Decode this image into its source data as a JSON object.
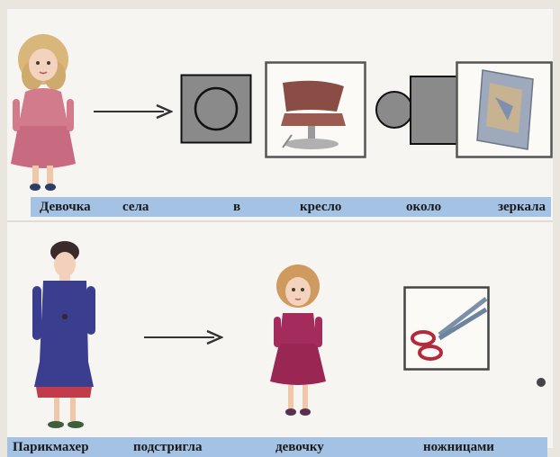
{
  "row1": {
    "words": [
      "Девочка",
      "села",
      "в",
      "кресло",
      "около",
      "зеркала"
    ]
  },
  "row2": {
    "words": [
      "Парикмахер",
      "подстригла",
      "девочку",
      "ножницами"
    ]
  },
  "icons": {
    "girl1": "girl-doll-pink-dress-icon",
    "arrow1": "arrow-right-icon",
    "square_circle": "square-with-circle-in-icon",
    "chair": "barber-chair-icon",
    "circle_square": "circle-beside-square-icon",
    "mirror": "mirror-icon",
    "hairdresser": "hairdresser-woman-icon",
    "arrow2": "arrow-right-icon",
    "girl2": "girl-doll-burgundy-dress-icon",
    "scissors": "scissors-icon",
    "dot": "period-dot-icon"
  },
  "colors": {
    "band": "#a4c2e4",
    "symbol_gray": "#8a8a8a",
    "page": "#f7f5f1"
  }
}
